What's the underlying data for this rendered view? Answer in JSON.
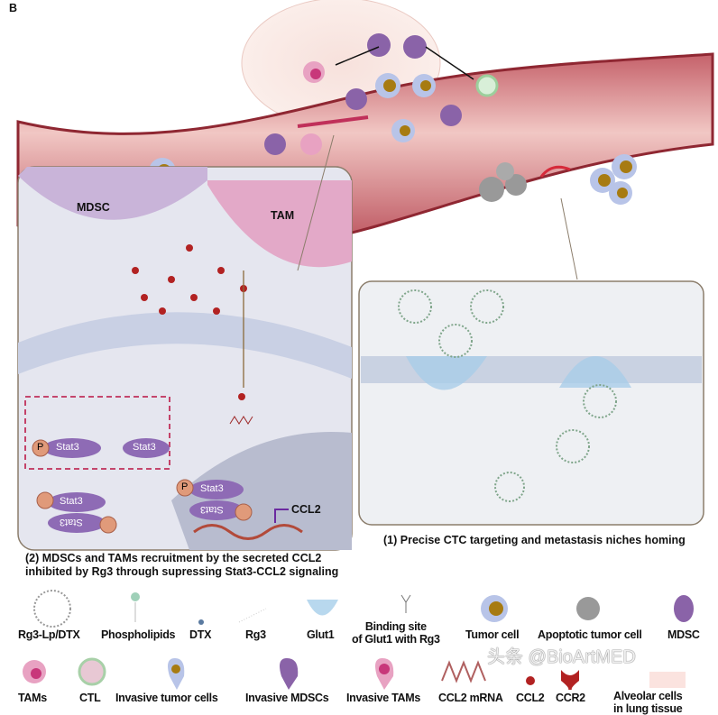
{
  "panel_label": "B",
  "main": {
    "left_inset": {
      "mdsc_label": "MDSC",
      "tam_label": "TAM",
      "stat3_labels": [
        "Stat3",
        "Stat3",
        "Stat3",
        "Stat3",
        "Stat3",
        "Stat3"
      ],
      "phospho_label": "P",
      "gene_label": "CCL2"
    },
    "captions": {
      "left": [
        "(2) MDSCs and TAMs recruitment by the secreted CCL2",
        "inhibited by Rg3 through supressing Stat3-CCL2 signaling"
      ],
      "right": "(1) Precise CTC targeting and metastasis niches homing"
    }
  },
  "legend": {
    "row1": [
      "Rg3-Lp/DTX",
      "Phospholipids",
      "DTX",
      "Rg3",
      "Glut1",
      "Binding site\nof Glut1 with Rg3",
      "Tumor cell",
      "Apoptotic tumor cell",
      "MDSC"
    ],
    "row2": [
      "TAMs",
      "CTL",
      "Invasive tumor cells",
      "Invasive MDSCs",
      "Invasive TAMs",
      "CCL2 mRNA",
      "CCL2",
      "CCR2",
      "Alveolar cells\nin lung tissue"
    ]
  },
  "watermark": "头条 @BioArtMED",
  "colors": {
    "vessel": "#d98a8a",
    "vessel_dark": "#9e2a2a",
    "mdsc": "#8a63a8",
    "tam": "#c8377a",
    "tumor_nucleus": "#a77b12",
    "ccl2": "#b22222",
    "inhibition": "#c0305a",
    "stat3": "#8e6bb5",
    "phospho": "#e09a7a"
  }
}
